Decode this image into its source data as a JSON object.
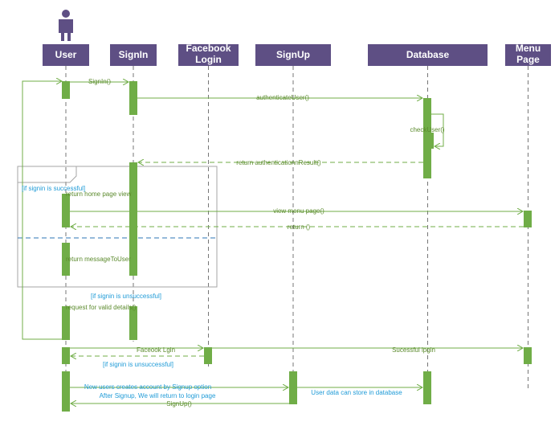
{
  "actor_icon": "person-icon",
  "colors": {
    "header_fill": "#5e4f84",
    "header_text": "#ffffff",
    "activation": "#70ad47",
    "message_line": "#70ad47",
    "message_text": "#5b8a2c",
    "note_text": "#1f9bd7",
    "frame_line": "#a6a6a6",
    "divider": "#2e75b6"
  },
  "participants": [
    {
      "id": "user",
      "lines": [
        "User"
      ]
    },
    {
      "id": "signin",
      "lines": [
        "SignIn"
      ]
    },
    {
      "id": "facebook",
      "lines": [
        "Facebook",
        "Login"
      ]
    },
    {
      "id": "signup",
      "lines": [
        "SignUp"
      ]
    },
    {
      "id": "database",
      "lines": [
        "Database"
      ]
    },
    {
      "id": "menu",
      "lines": [
        "Menu",
        "Page"
      ]
    }
  ],
  "messages": {
    "signin_call": "SignIn()",
    "authenticate": "authenticateUser()",
    "check_user": "checkUser()",
    "return_auth": "return authenticationnResult()",
    "return_home": "return  home page view",
    "view_menu": "view  menu page()",
    "return_menu": "return ()",
    "return_message": "return messageToUser",
    "request_valid": "request for valid details()",
    "facebook_login": "Faceook Lgin",
    "successful_login": "Sucessful lpgin",
    "signup_call": "SignUp()"
  },
  "notes": {
    "if_success": "[if signin  is successful]",
    "if_unsuccess_1": "[if signin  is unsuccessful]",
    "if_unsuccess_2": "[if signin  is unsuccessful]",
    "new_users": "New users creates account by Signup option",
    "after_signup": "After Signup, We will return to login page",
    "user_data": "User data can store in database"
  }
}
